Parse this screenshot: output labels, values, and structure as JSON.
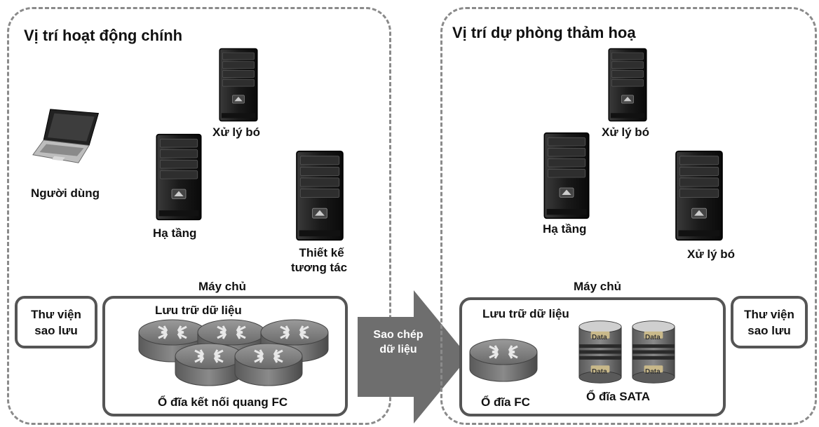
{
  "primary_site": {
    "title": "Vị trí hoạt động chính",
    "user_label": "Người dùng",
    "server_batch_label": "Xử lý bó",
    "server_infra_label": "Hạ tầng",
    "server_design_label_line1": "Thiết kế",
    "server_design_label_line2": "tương tác",
    "servers_group_label": "Máy chủ",
    "backup_library_line1": "Thư viện",
    "backup_library_line2": "sao lưu",
    "storage_label": "Lưu trữ dữ liệu",
    "fc_disks_label": "Ổ đĩa kết nối quang FC"
  },
  "replication_arrow": {
    "line1": "Sao chép",
    "line2": "dữ liệu"
  },
  "dr_site": {
    "title": "Vị trí dự phòng thảm hoạ",
    "server_batch_label_top": "Xử lý bó",
    "server_infra_label": "Hạ tầng",
    "server_batch_label_right": "Xử lý bó",
    "servers_group_label": "Máy chủ",
    "storage_label": "Lưu trữ dữ liệu",
    "fc_disk_label": "Ổ đĩa FC",
    "sata_disk_label": "Ổ đĩa SATA",
    "disk_tag": "Data",
    "backup_library_line1": "Thư viện",
    "backup_library_line2": "sao lưu"
  },
  "colors": {
    "panel_border": "#8a8a8a",
    "box_border": "#555555",
    "arrow_fill": "#6e6e6e",
    "server_body": "#1c1c1c",
    "disk_gray": "#7a7a7a"
  }
}
